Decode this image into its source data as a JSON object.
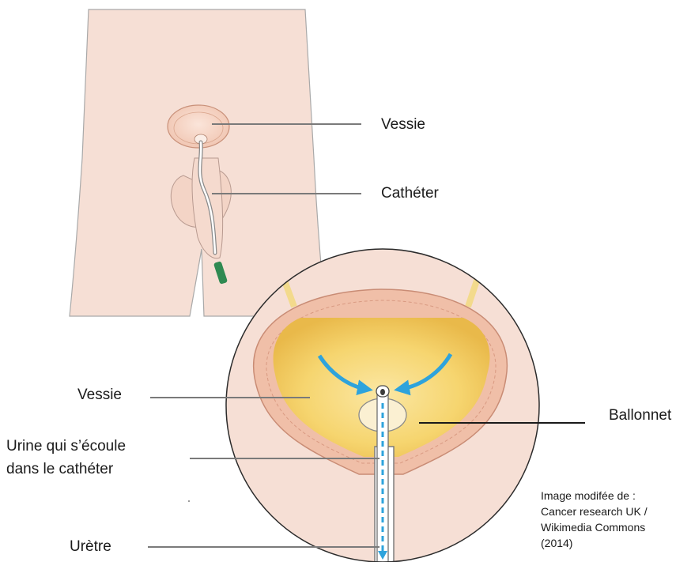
{
  "labels": {
    "top_bladder": "Vessie",
    "catheter": "Cathéter",
    "inset_bladder": "Vessie",
    "balloon": "Ballonnet",
    "urine_line1": "Urine qui s’écoule",
    "urine_line2": "dans le cathéter",
    "urethra": "Urètre"
  },
  "credit": {
    "line1": "Image modifée de :",
    "line2": "Cancer research UK /",
    "line3": "Wikimedia Commons",
    "line4": "(2014)"
  },
  "colors": {
    "skin": "#f6dfd5",
    "skin_outline": "#a9a9a9",
    "bladder_wall": "#f3c7b2",
    "urine": "#f7d36a",
    "arrow": "#2ea3dc",
    "catheter_tip": "#2f8a52",
    "leader_line": "#7a7a7a"
  }
}
